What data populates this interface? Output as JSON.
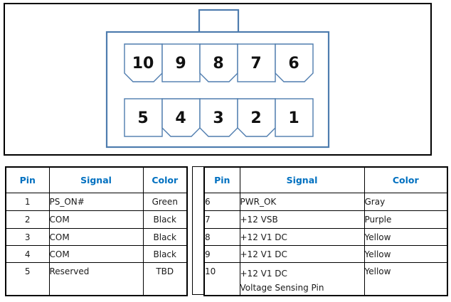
{
  "diagram": {
    "description": "10-pin power connector, front view with keyed cavities",
    "pins_top": [
      "10",
      "9",
      "8",
      "7",
      "6"
    ],
    "pins_bottom": [
      "5",
      "4",
      "3",
      "2",
      "1"
    ]
  },
  "left_table": {
    "headers": {
      "pin": "Pin",
      "signal": "Signal",
      "color": "Color"
    },
    "rows": [
      {
        "pin": "1",
        "signal": "PS_ON#",
        "color": "Green"
      },
      {
        "pin": "2",
        "signal": "COM",
        "color": "Black"
      },
      {
        "pin": "3",
        "signal": "COM",
        "color": "Black"
      },
      {
        "pin": "4",
        "signal": "COM",
        "color": "Black"
      },
      {
        "pin": "5",
        "signal": "Reserved",
        "color": "TBD"
      }
    ]
  },
  "right_table": {
    "headers": {
      "pin": "Pin",
      "signal": "Signal",
      "color": "Color"
    },
    "rows": [
      {
        "pin": "6",
        "signal": "PWR_OK",
        "color": "Gray"
      },
      {
        "pin": "7",
        "signal": "+12 VSB",
        "color": "Purple"
      },
      {
        "pin": "8",
        "signal": "+12 V1 DC",
        "color": "Yellow"
      },
      {
        "pin": "9",
        "signal": "+12 V1 DC",
        "color": "Yellow"
      },
      {
        "pin": "10",
        "signal": "+12 V1 DC",
        "signal_note": "Voltage Sensing Pin",
        "color": "Yellow"
      }
    ]
  },
  "colors": {
    "header_text": "#0070C0",
    "connector_outline": "#4E7CAE",
    "table_border": "#000000"
  }
}
